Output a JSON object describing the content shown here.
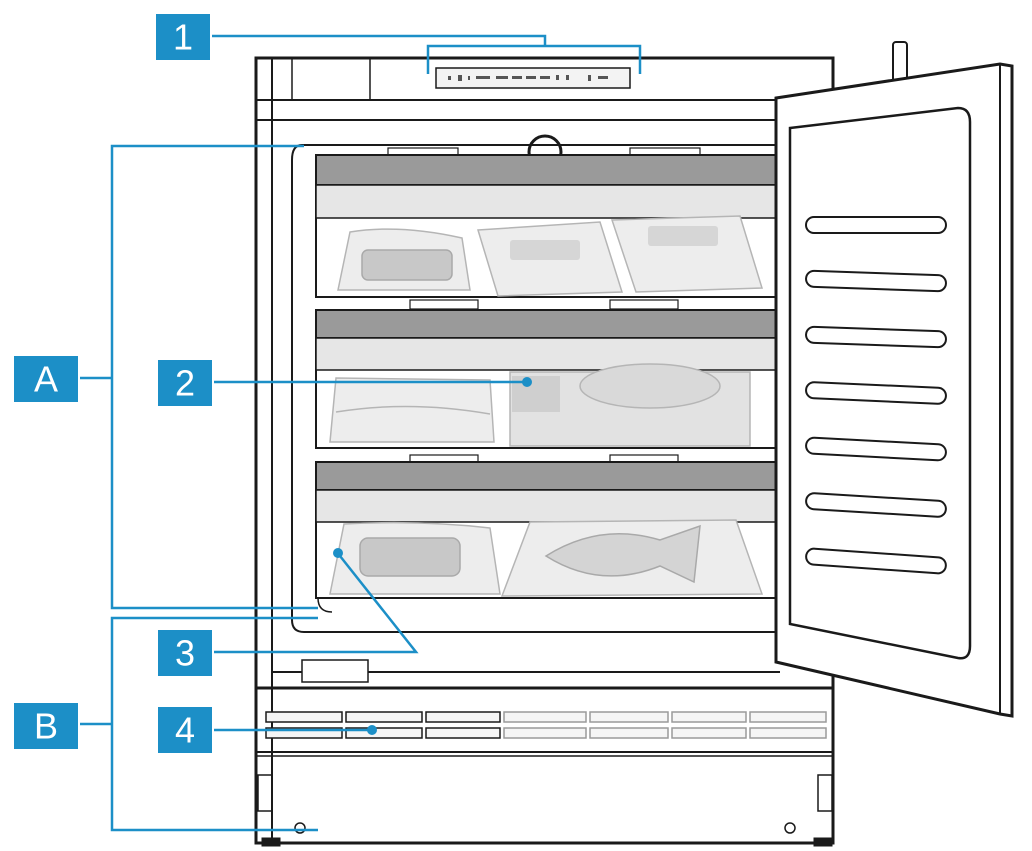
{
  "colors": {
    "callout": "#1c8fc7",
    "outline": "#1a1a1a",
    "drawer_band": "#9a9a9a",
    "food_gray": "#c8c8c8"
  },
  "labels": {
    "one": "1",
    "two": "2",
    "three": "3",
    "four": "4",
    "a": "A",
    "b": "B"
  }
}
